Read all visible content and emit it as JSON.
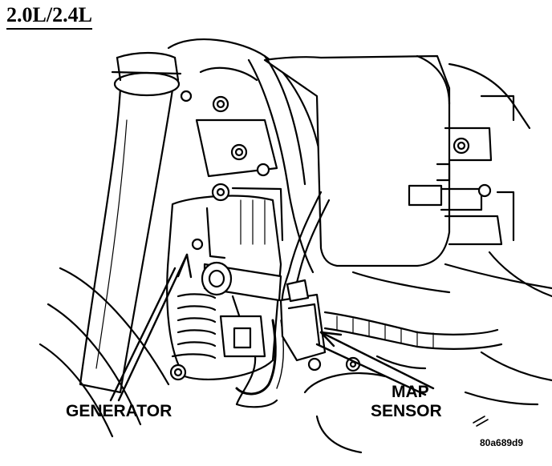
{
  "diagram": {
    "engine_label": "2.0L/2.4L",
    "callouts": {
      "generator": "GENERATOR",
      "map_line1": "MAP",
      "map_line2": "SENSOR"
    },
    "figure_code": "80a689d9"
  },
  "colors": {
    "ink": "#000000",
    "paper": "#ffffff"
  }
}
